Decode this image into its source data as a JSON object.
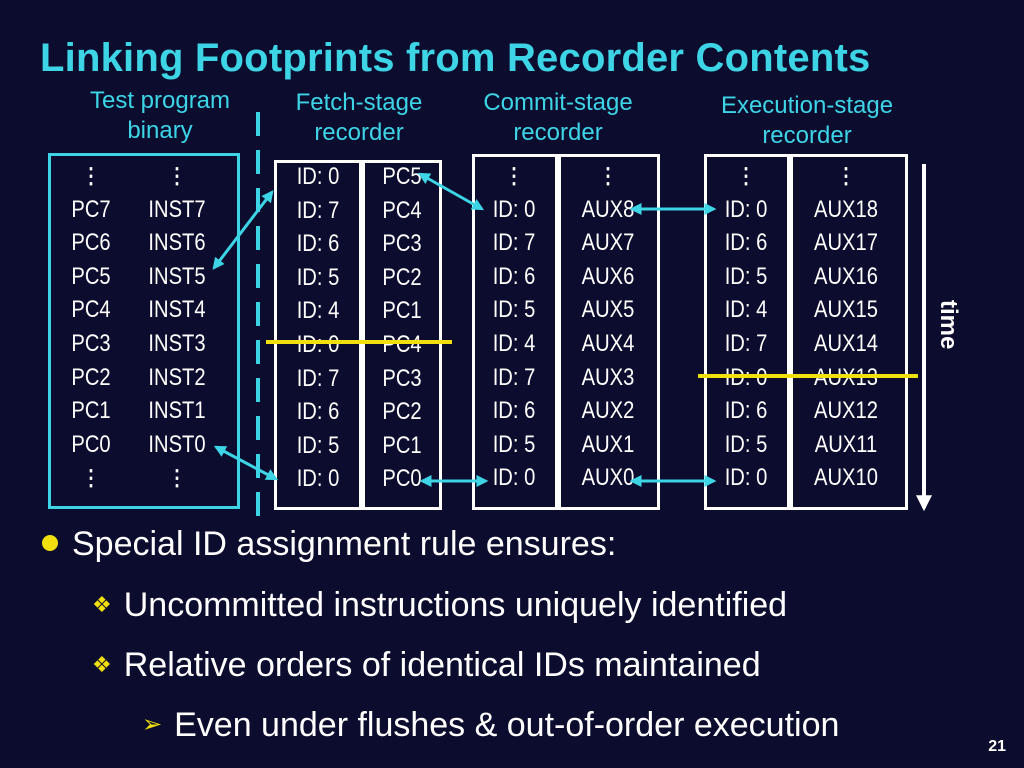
{
  "title": "Linking Footprints from Recorder Contents",
  "headers": {
    "binary": "Test program\nbinary",
    "fetch": "Fetch-stage\nrecorder",
    "commit": "Commit-stage\nrecorder",
    "exec": "Execution-stage\nrecorder"
  },
  "binary": {
    "pc": [
      "⋮",
      "PC7",
      "PC6",
      "PC5",
      "PC4",
      "PC3",
      "PC2",
      "PC1",
      "PC0",
      "⋮"
    ],
    "inst": [
      "⋮",
      "INST7",
      "INST6",
      "INST5",
      "INST4",
      "INST3",
      "INST2",
      "INST1",
      "INST0",
      "⋮"
    ]
  },
  "fetch": {
    "ids": [
      "ID: 0",
      "ID: 7",
      "ID: 6",
      "ID: 5",
      "ID: 4",
      "ID: 0",
      "ID: 7",
      "ID: 6",
      "ID: 5",
      "ID: 0"
    ],
    "pcs": [
      "PC5",
      "PC4",
      "PC3",
      "PC2",
      "PC1",
      "PC4",
      "PC3",
      "PC2",
      "PC1",
      "PC0"
    ]
  },
  "commit": {
    "ids": [
      "⋮",
      "ID: 0",
      "ID: 7",
      "ID: 6",
      "ID: 5",
      "ID: 4",
      "ID: 7",
      "ID: 6",
      "ID: 5",
      "ID: 0"
    ],
    "aux": [
      "⋮",
      "AUX8",
      "AUX7",
      "AUX6",
      "AUX5",
      "AUX4",
      "AUX3",
      "AUX2",
      "AUX1",
      "AUX0"
    ]
  },
  "exec": {
    "ids": [
      "⋮",
      "ID: 0",
      "ID: 6",
      "ID: 5",
      "ID: 4",
      "ID: 7",
      "ID: 0",
      "ID: 6",
      "ID: 5",
      "ID: 0"
    ],
    "aux": [
      "⋮",
      "AUX18",
      "AUX17",
      "AUX16",
      "AUX15",
      "AUX14",
      "AUX13",
      "AUX12",
      "AUX11",
      "AUX10"
    ]
  },
  "time_label": "time",
  "bullets": {
    "main": "Special ID assignment rule ensures:",
    "sub1": "Uncommitted instructions uniquely identified",
    "sub2": "Relative orders of identical IDs maintained",
    "sub3": "Even under flushes & out-of-order execution"
  },
  "page_number": "21",
  "colors": {
    "background": "#0c0c2e",
    "accent": "#3dd5e6",
    "highlight": "#f2e00e",
    "text": "#ffffff"
  }
}
